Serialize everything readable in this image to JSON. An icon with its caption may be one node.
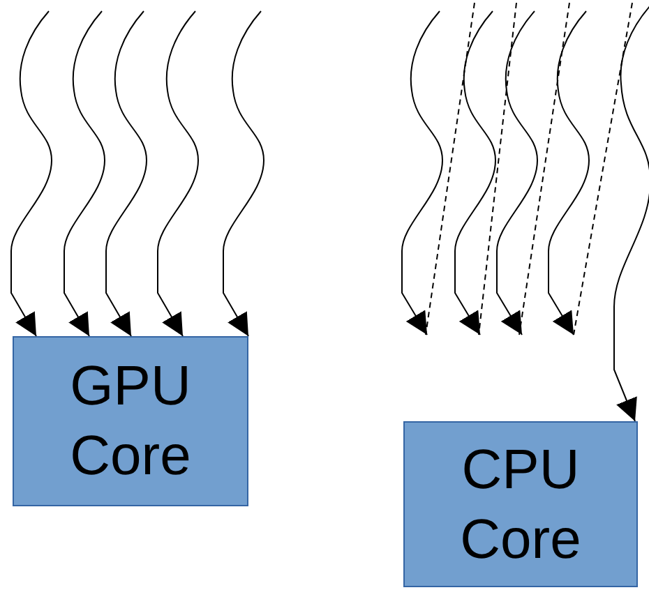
{
  "diagram": {
    "nodes": [
      {
        "text": [
          "GPU Core"
        ]
      },
      {
        "text": [
          "CPU Core"
        ]
      }
    ],
    "edges": [
      {
        "from": null,
        "to": 0,
        "arrow": "to"
      },
      {
        "from": null,
        "to": 0,
        "arrow": "to"
      },
      {
        "from": null,
        "to": 0,
        "arrow": "to"
      },
      {
        "from": null,
        "to": 0,
        "arrow": "to"
      },
      {
        "from": null,
        "to": 0,
        "arrow": "to"
      },
      {
        "from": null,
        "to": 1,
        "arrow": "to"
      }
    ]
  }
}
